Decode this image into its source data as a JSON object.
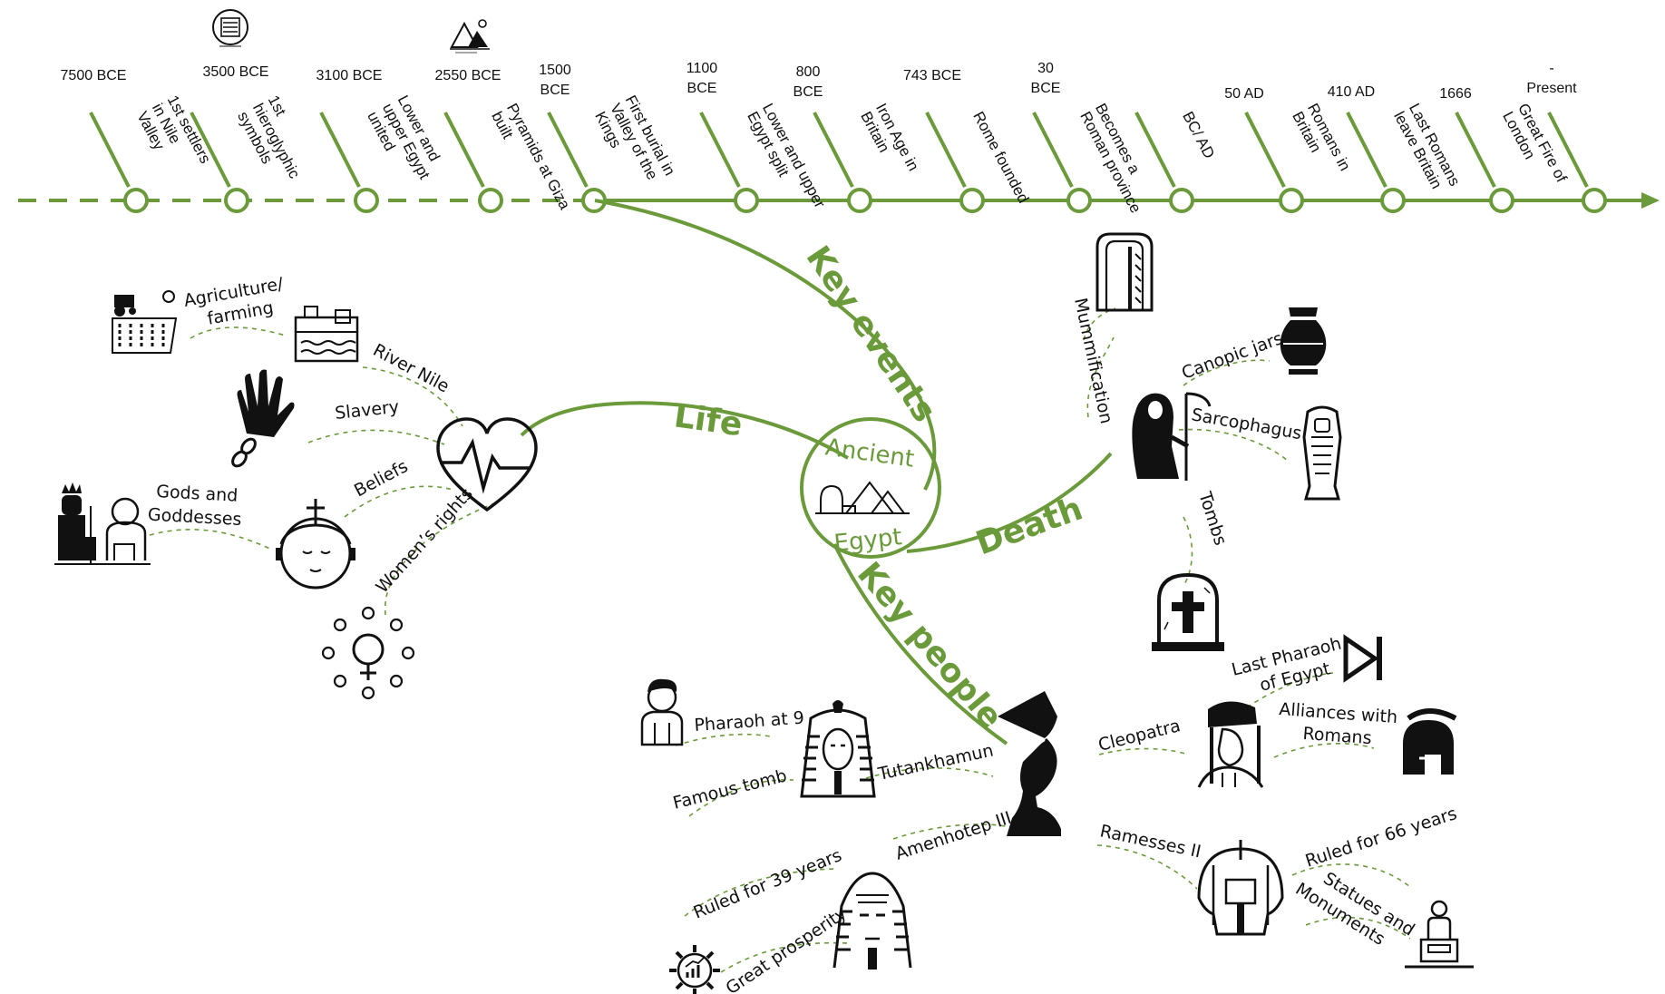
{
  "colors": {
    "green": "#6b9a3b",
    "ink": "#111111",
    "background": "#ffffff"
  },
  "center": {
    "line1": "Ancient",
    "line2": "Egypt",
    "icon": "pyramids-sphinx-icon"
  },
  "branches": {
    "life": "Life",
    "key_events": "Key events",
    "death": "Death",
    "key_people": "Key people"
  },
  "timeline": [
    {
      "date": [
        "7500 BCE"
      ],
      "label": [
        "1st settlers",
        "in Nile",
        "Valley"
      ],
      "icon": ""
    },
    {
      "date": [
        "3500 BCE"
      ],
      "label": [
        "1st",
        "hieroglyphic",
        "symbols"
      ],
      "icon": "hieroglyph-tablet-icon"
    },
    {
      "date": [
        "3100 BCE"
      ],
      "label": [
        "Lower and",
        "upper Egypt",
        "united"
      ],
      "icon": ""
    },
    {
      "date": [
        "2550 BCE"
      ],
      "label": [
        "Pyramids at Giza",
        "built"
      ],
      "icon": "pyramids-icon"
    },
    {
      "date": [
        "1500",
        "BCE"
      ],
      "label": [
        "First burial in",
        "Valley of the",
        "Kings"
      ],
      "icon": ""
    },
    {
      "date": [
        "1100",
        "BCE"
      ],
      "label": [
        "Lower and upper",
        "Egypt split"
      ],
      "icon": ""
    },
    {
      "date": [
        "800",
        "BCE"
      ],
      "label": [
        "Iron Age in",
        "Britain"
      ],
      "icon": ""
    },
    {
      "date": [
        "743 BCE"
      ],
      "label": [
        "Rome founded"
      ],
      "icon": ""
    },
    {
      "date": [
        "30",
        "BCE"
      ],
      "label": [
        "Becomes a",
        "Roman province"
      ],
      "icon": ""
    },
    {
      "date": [],
      "label": [
        "BC/ AD"
      ],
      "icon": ""
    },
    {
      "date": [
        "50 AD"
      ],
      "label": [
        "Romans in",
        "Britain"
      ],
      "icon": ""
    },
    {
      "date": [
        "410 AD"
      ],
      "label": [
        "Last Romans",
        "leave Britain"
      ],
      "icon": ""
    },
    {
      "date": [
        "1666"
      ],
      "label": [
        "Great Fire of",
        "London"
      ],
      "icon": ""
    },
    {
      "date": [
        "-",
        "Present"
      ],
      "label": [],
      "icon": ""
    }
  ],
  "life": {
    "agriculture": [
      "Agriculture/",
      "farming"
    ],
    "river_nile": "River Nile",
    "slavery": "Slavery",
    "beliefs": "Beliefs",
    "gods": [
      "Gods and",
      "Goddesses"
    ],
    "womens_rights": "Women’s rights"
  },
  "death": {
    "mummification": "Mummification",
    "canopic_jars": "Canopic jars",
    "sarcophagus": "Sarcophagus",
    "tombs": "Tombs"
  },
  "people": {
    "tutankhamun": "Tutankhamun",
    "pharaoh_at_9": "Pharaoh at 9",
    "famous_tomb": "Famous tomb",
    "cleopatra": "Cleopatra",
    "last_pharaoh": [
      "Last Pharaoh",
      "of Egypt"
    ],
    "alliances": [
      "Alliances with",
      "Romans"
    ],
    "amenhotep": "Amenhotep III",
    "ruled_39": "Ruled for 39 years",
    "great_prosperity": "Great prosperity",
    "ramesses": "Ramesses II",
    "ruled_66": "Ruled for 66 years",
    "statues": [
      "Statues and",
      "Monuments"
    ]
  }
}
